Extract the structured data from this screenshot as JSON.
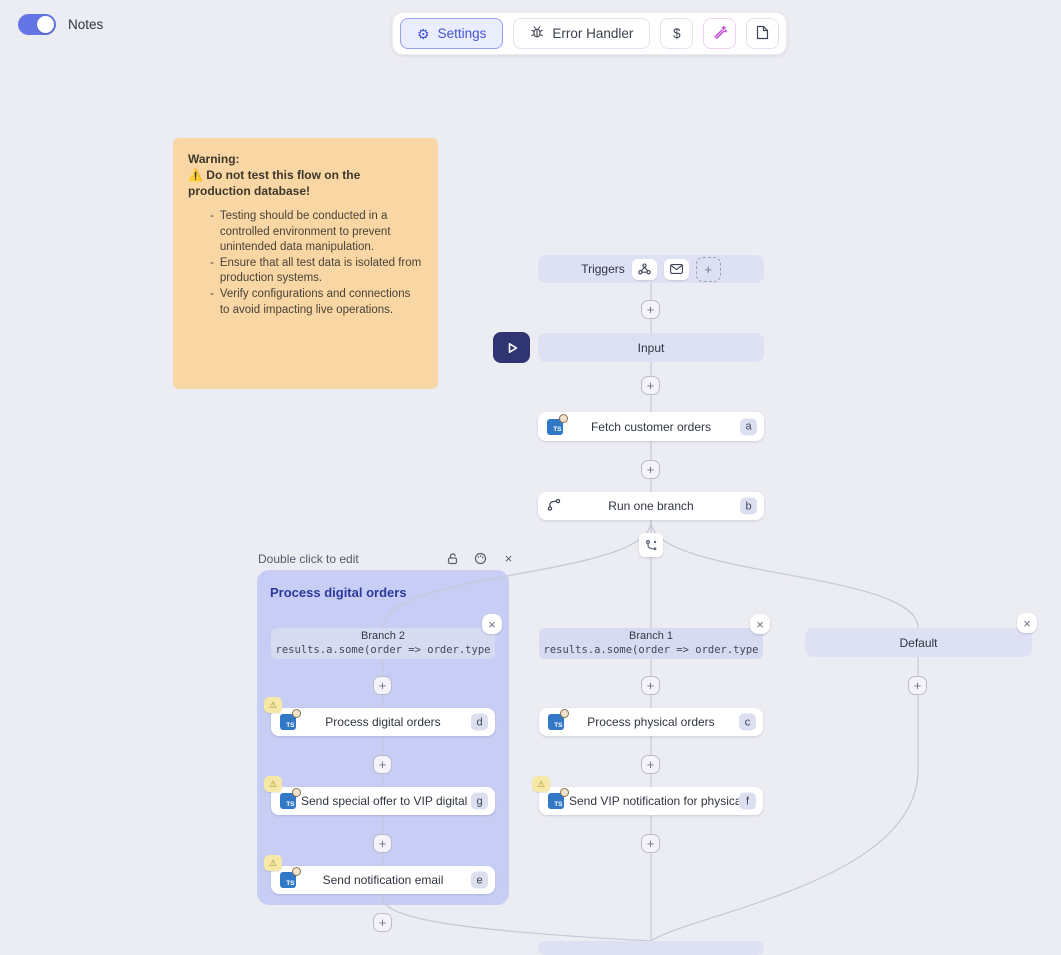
{
  "header": {
    "notes_label": "Notes",
    "settings_label": "Settings",
    "error_handler_label": "Error Handler",
    "dollar_label": "$"
  },
  "note": {
    "title": "Warning:",
    "warning_emoji": "⚠️",
    "warning_line": "Do not test this flow on the production database!",
    "bullets": [
      "Testing should be conducted in a controlled environment to prevent unintended data manipulation.",
      "Ensure that all test data is isolated from production systems.",
      "Verify configurations and connections to avoid impacting live operations."
    ]
  },
  "flow": {
    "triggers": {
      "label": "Triggers"
    },
    "input": {
      "label": "Input"
    },
    "fetch_orders": {
      "label": "Fetch customer orders",
      "badge": "a"
    },
    "run_one_branch": {
      "label": "Run one branch",
      "badge": "b"
    },
    "group": {
      "edit_hint": "Double click to edit",
      "title": "Process digital orders"
    },
    "branch2": {
      "label": "Branch 2",
      "condition": "results.a.some(order => order.type"
    },
    "branch1": {
      "label": "Branch 1",
      "condition": "results.a.some(order => order.type"
    },
    "default_branch": {
      "label": "Default"
    },
    "process_digital": {
      "label": "Process digital orders",
      "badge": "d"
    },
    "send_special_offer": {
      "label": "Send special offer to VIP digital c...",
      "badge": "g"
    },
    "send_notification_email": {
      "label": "Send notification email",
      "badge": "e"
    },
    "process_physical": {
      "label": "Process physical orders",
      "badge": "c"
    },
    "send_vip_notification": {
      "label": "Send VIP notification for physical...",
      "badge": "f"
    },
    "ts_icon_text": "TS"
  },
  "ui": {
    "plus": "+",
    "close": "×",
    "dash": "-",
    "warning": "⚠",
    "gear": "⚙"
  },
  "colors": {
    "canvas_bg": "#ececf3",
    "accent_blue": "#4353d9",
    "magenta": "#bf4cd6",
    "note_bg": "#f8d7a5",
    "group_bg": "#c7cdf4",
    "node_lavender": "#dee1f4",
    "play_navy": "#2e3571",
    "warning_badge_bg": "#f6e9a8",
    "toggle_on": "#6476e6"
  }
}
